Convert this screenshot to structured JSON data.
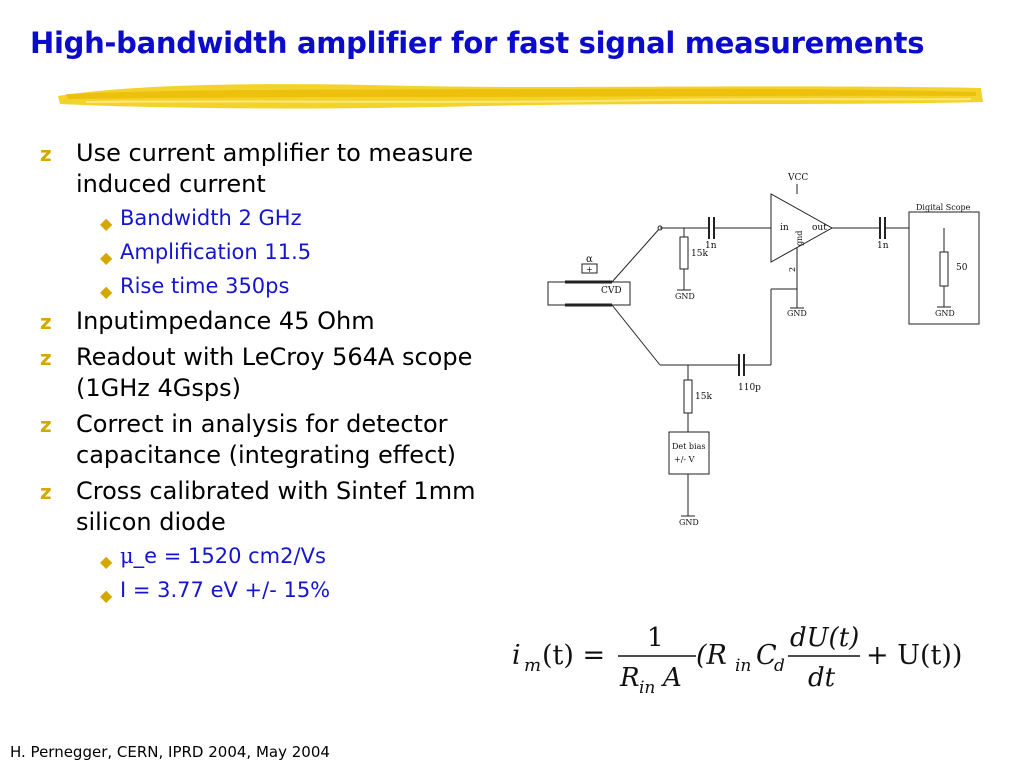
{
  "slide": {
    "title": "High-bandwidth amplifier for fast signal measurements",
    "footer": "H. Pernegger, CERN, IPRD 2004, May 2004",
    "bullet_glyph": "z",
    "sub_glyph": "◆",
    "accent_color": "#d4a800",
    "title_color": "#0b0bcc",
    "sub_text_color": "#1515d0"
  },
  "bullets": [
    {
      "text": "Use current amplifier to measure induced current",
      "sub": [
        "Bandwidth 2 GHz",
        "Amplification 11.5",
        "Rise time 350ps"
      ]
    },
    {
      "text": "Inputimpedance 45 Ohm",
      "sub": []
    },
    {
      "text": "Readout with LeCroy 564A scope (1GHz 4Gsps)",
      "sub": []
    },
    {
      "text": "Correct in analysis for detector capacitance (integrating effect)",
      "sub": []
    },
    {
      "text": "Cross calibrated with Sintef 1mm silicon diode",
      "sub_mu_symbol": "μ",
      "sub_mu_rest": "_e = 1520 cm2/Vs",
      "sub_last": "I = 3.77 eV +/- 15%"
    }
  ],
  "circuit": {
    "vcc": "VCC",
    "amp_in": "in",
    "amp_out": "out",
    "amp_gnd": "gnd",
    "amp_pin2": "2",
    "alpha": "α",
    "source_plus": "+",
    "detector": "CVD",
    "r1": "15k",
    "c1": "1n",
    "gnd": "GND",
    "c2": "1n",
    "scope_title": "Digital Scope",
    "r_scope": "50",
    "c_bias": "110p",
    "r2": "15k",
    "bias_line1": "Det bias",
    "bias_line2": "+/- V"
  },
  "formula": {
    "lhs_i": "i",
    "lhs_sub": "m",
    "lhs_arg": "(t) =",
    "frac_num": "1",
    "frac_den_R": "R",
    "frac_den_sub": "in",
    "frac_den_A": "A",
    "open": "(R",
    "rin_sub": "in",
    "C": "C",
    "c_sub": "d",
    "d_num": "dU(t)",
    "d_den": "dt",
    "tail": "+ U(t))"
  }
}
